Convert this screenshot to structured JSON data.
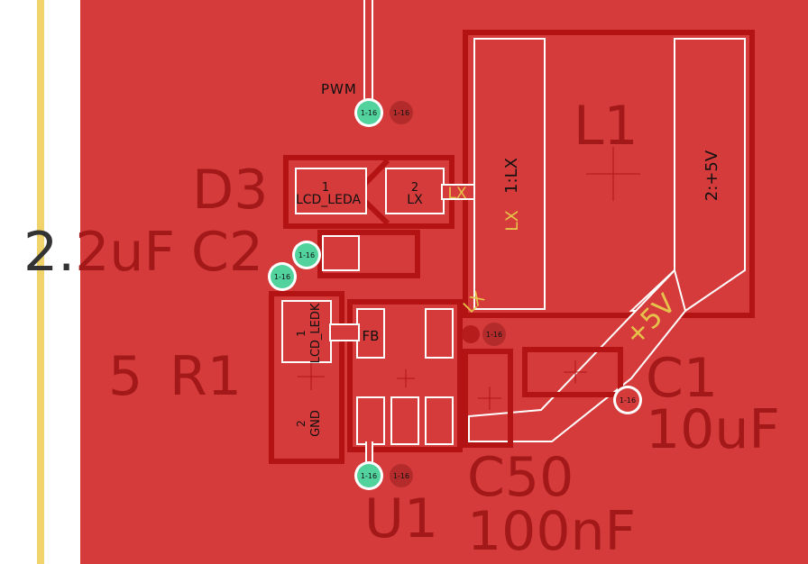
{
  "colors": {
    "board": "#d53b3b",
    "copper_dark": "#b71c1c",
    "outline": "#b31313",
    "track_highlight": "#ffffff",
    "via": "#52d39e",
    "via_inner": "#b32b2b",
    "board_edge": "#f0d36b",
    "silk_text": "#a31818",
    "net_label": "#e6c34a"
  },
  "silkscreen": {
    "pwm": "PWM",
    "d3": "D3",
    "c2": "C2",
    "c2_value": "2.2uF",
    "r1": "R1",
    "r1_value": "5",
    "l1": "L1",
    "c1": "C1",
    "c1_value": "10uF",
    "c50": "C50",
    "c50_value": "100nF",
    "u1": "U1"
  },
  "pads": {
    "d3_pin1_num": "1",
    "d3_pin1_net": "LCD_LEDA",
    "d3_pin2_num": "2",
    "d3_pin2_net": "LX",
    "r1_pin1_num": "1",
    "r1_pin1_net": "LCD_LEDK",
    "r1_pin2_num": "2",
    "r1_pin2_net": "GND",
    "l1_pin1": "1:LX",
    "l1_pin2": "2:+5V",
    "u1_fb": "FB"
  },
  "net_labels": {
    "lx_top": "LX",
    "lx_mid": "LX",
    "lx_diag": "LX",
    "plus5v": "+5V"
  },
  "vias": {
    "label": "1-16"
  }
}
